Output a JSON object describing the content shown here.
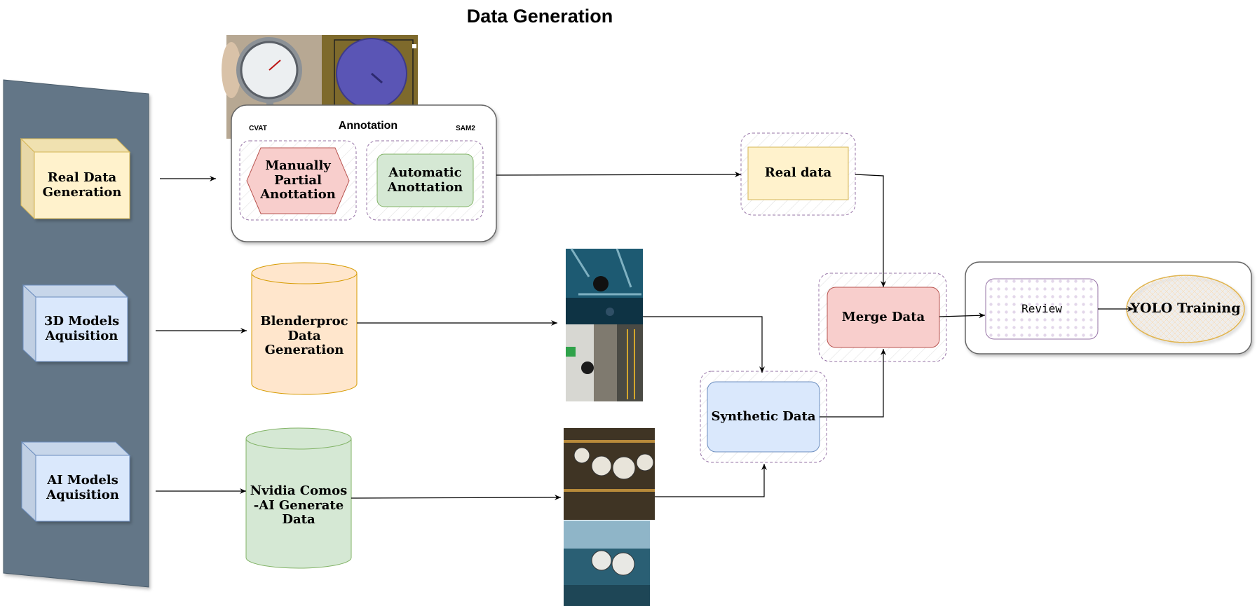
{
  "title": "Data Generation",
  "sources": {
    "real": "Real Data\nGeneration",
    "models3d": "3D Models\nAquisition",
    "ai": "AI Models\nAquisition"
  },
  "annotation": {
    "title": "Annotation",
    "cvat": "CVAT",
    "sam2": "SAM2",
    "manual": "Manually\nPartial\nAnottation",
    "automatic": "Automatic\nAnottation"
  },
  "blender": "Blenderproc\nData\nGeneration",
  "nvidia": "Nvidia Comos\n-AI Generate\nData",
  "real_data": "Real data",
  "synthetic_data": "Synthetic Data",
  "merge": "Merge Data",
  "review": "Review",
  "yolo": "YOLO Training",
  "colors": {
    "panel": "#647687",
    "yellow_fill": "#fff2cc",
    "yellow_stroke": "#d6b656",
    "blue_fill": "#dae8fc",
    "blue_stroke": "#6c8ebf",
    "red_fill": "#f8cecc",
    "red_stroke": "#b85450",
    "green_fill": "#d5e8d4",
    "green_stroke": "#82b366",
    "orange_fill": "#ffe6cc",
    "orange_stroke": "#d79b00",
    "purple_dash": "#9673a6"
  }
}
